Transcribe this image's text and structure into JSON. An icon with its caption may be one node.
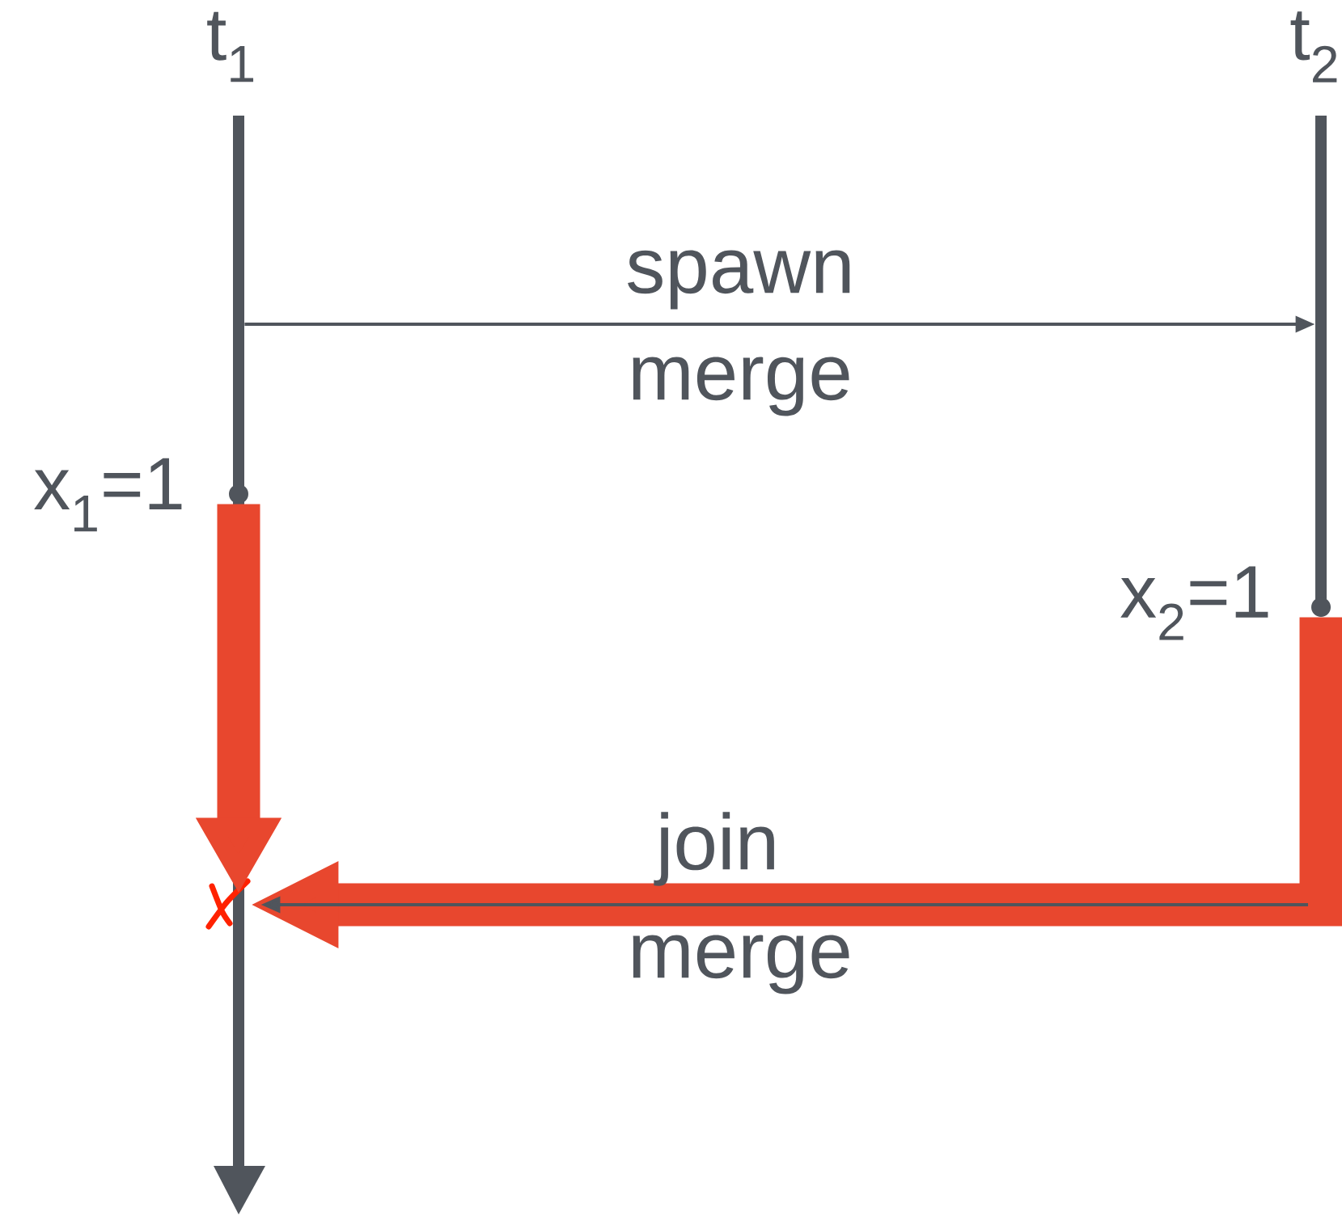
{
  "diagram": {
    "nodes": [
      {
        "text": [],
        "shape": "bar",
        "beside": [
          "t$_{1}$"
        ]
      },
      {
        "text": [],
        "shape": "bar",
        "beside": [
          "t$_{2}$"
        ]
      },
      {
        "text": [],
        "shape": "circle",
        "beside": [
          "x$_{1}$=1"
        ],
        "in": 0
      },
      {
        "text": [],
        "shape": "circle",
        "beside": [
          "x$_{2}$=1"
        ]
      },
      {
        "text": [],
        "shape": "cross",
        "in": 0
      }
    ],
    "edges": [
      {
        "from": 0,
        "to": 1,
        "arrow": "to",
        "label": "spawn"
      },
      {
        "from": 2,
        "to": 4,
        "arrow": "to",
        "style": "thick",
        "color": "#e8472e"
      },
      {
        "from": 3,
        "to": 4,
        "arrow": "to",
        "style": "thick",
        "color": "#e8472e"
      },
      {
        "from": null,
        "to": 4,
        "arrow": "to",
        "label": "join"
      }
    ],
    "labels": [
      "merge",
      "merge"
    ]
  }
}
